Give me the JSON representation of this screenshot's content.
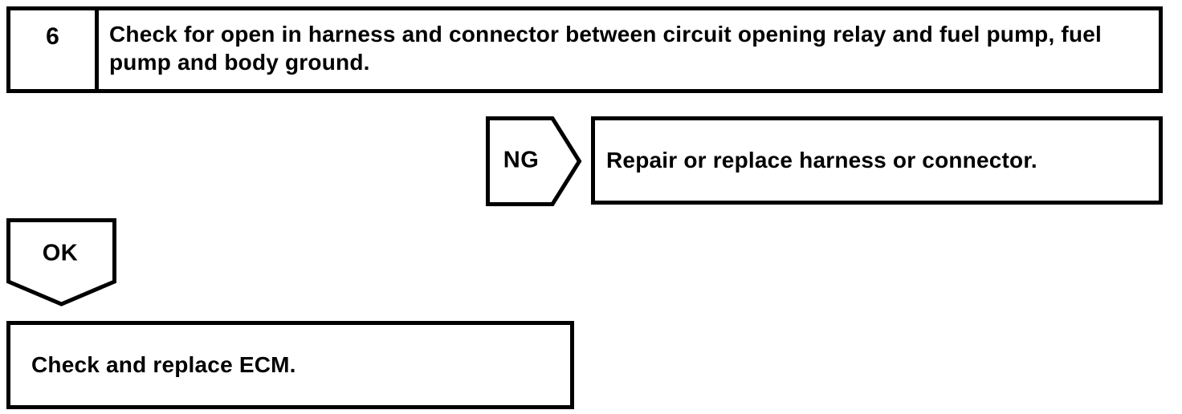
{
  "flowchart": {
    "step": {
      "number": "6",
      "instruction": "Check for open in harness and connector between circuit opening relay and fuel pump, fuel pump and body ground."
    },
    "ng_branch": {
      "label": "NG",
      "action": "Repair or replace harness or connector."
    },
    "ok_branch": {
      "label": "OK",
      "action": "Check and replace ECM."
    },
    "colors": {
      "line": "#000000",
      "background": "#ffffff",
      "text": "#000000"
    }
  }
}
